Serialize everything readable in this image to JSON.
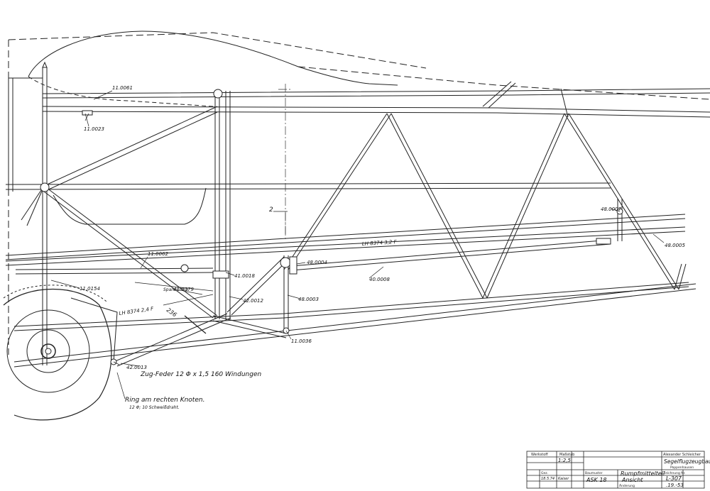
{
  "drawing": {
    "part_labels": {
      "p1": "11.0061",
      "p2": "11.0023",
      "p3": "11.0062",
      "p4": "11.0154",
      "p5": "41.0079",
      "p6": "41.0018",
      "p7": "42.0012",
      "p8": "48.0004",
      "p9": "48.0003",
      "p10": "40.0008",
      "p11": "48.0007",
      "p12": "48.0005",
      "p13": "11.0036",
      "p14": "42.0013",
      "p15": "LH 8374  3,2 F",
      "p16": "LH 8374  2,4 F",
      "p17": "Spannsitz 5",
      "p18": "236",
      "p19": "2"
    },
    "notes": {
      "spring": "Zug-Feder  12 Φ x 1,5   160 Windungen",
      "ring_line1": "Ring am rechten Knoten.",
      "ring_line2": "12 Φ; 10 Schweißdraht."
    }
  },
  "title_block": {
    "werkstoff_label": "Werkstoff",
    "masstab_label": "Maßstab",
    "scale": "1:2,5",
    "company_line1": "Alexander Schleicher",
    "company_line2": "Segelflugzeugbau",
    "company_line3": "Poppenhausen",
    "model_label": "Baumuster",
    "model": "ASK 18",
    "title_line1": "Rumpfmittelteil",
    "title_line2": "Ansicht",
    "drawing_no_label": "Zeichnung Nr.",
    "drawing_no": "L-307",
    "sheet": ".19.-53",
    "gez_label": "Gez.",
    "date": "18.5.74",
    "drawer": "Kaiser",
    "aend_label": "Änderung"
  }
}
